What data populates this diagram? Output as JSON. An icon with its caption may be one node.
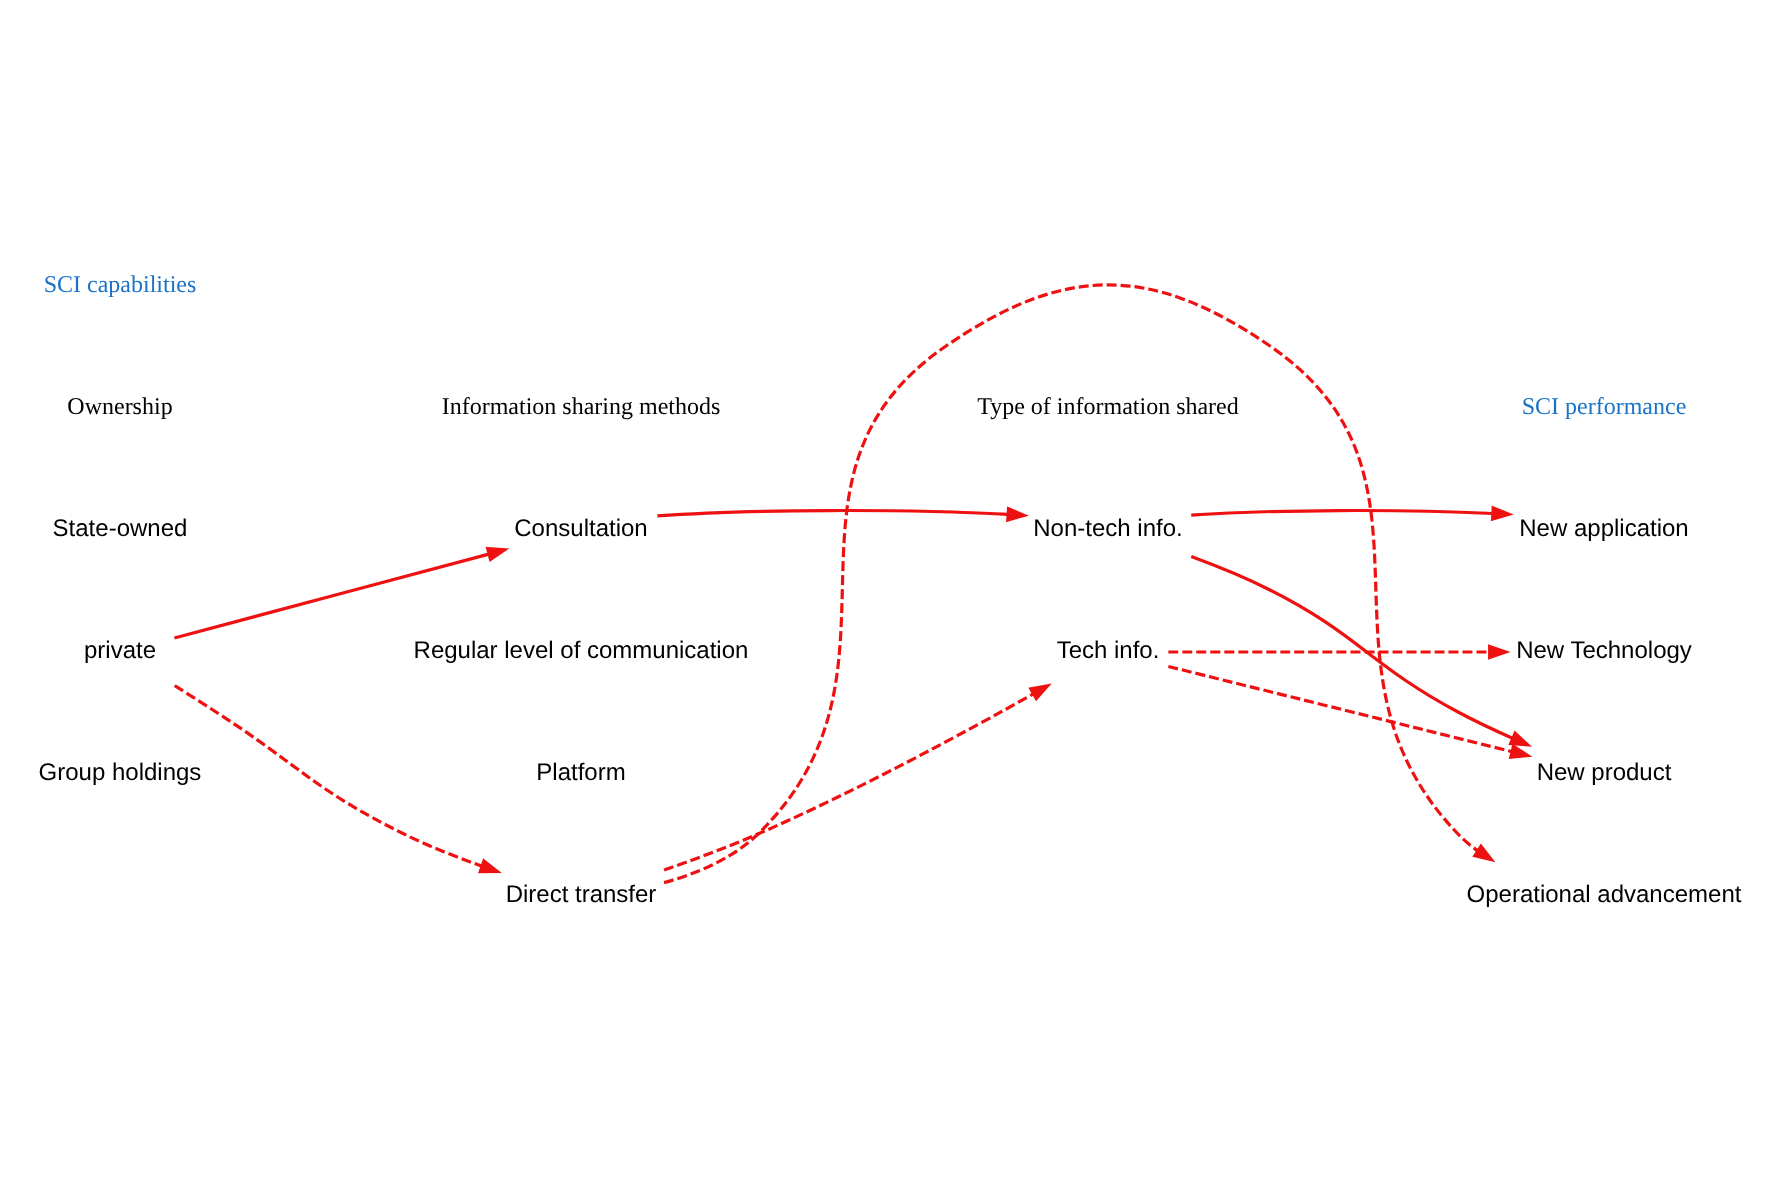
{
  "diagram": {
    "nodes": [
      {
        "text": [
          "State-owned"
        ]
      },
      {
        "text": [
          "private"
        ]
      },
      {
        "text": [
          "Group holdings"
        ]
      },
      {
        "text": [
          "Consultation"
        ]
      },
      {
        "text": [
          "Regular level of communication"
        ]
      },
      {
        "text": [
          "Platform"
        ]
      },
      {
        "text": [
          "Direct transfer"
        ]
      },
      {
        "text": [
          "Non-tech info."
        ]
      },
      {
        "text": [
          "Tech info."
        ]
      },
      {
        "text": [
          "New application"
        ]
      },
      {
        "text": [
          "New Technology"
        ]
      },
      {
        "text": [
          "New product"
        ]
      },
      {
        "text": [
          "Operational advancement"
        ]
      }
    ],
    "edges": [
      {
        "from": 1,
        "to": 3,
        "arrow": "to"
      },
      {
        "from": 1,
        "to": 6,
        "arrow": "to",
        "style": "dashed"
      },
      {
        "from": 3,
        "to": 7,
        "arrow": "to"
      },
      {
        "from": 7,
        "to": 9,
        "arrow": "to"
      },
      {
        "from": 7,
        "to": 11,
        "arrow": "to"
      },
      {
        "from": 6,
        "to": 8,
        "arrow": "to",
        "style": "dashed"
      },
      {
        "from": 8,
        "to": 10,
        "arrow": "to",
        "style": "dashed"
      },
      {
        "from": 8,
        "to": 11,
        "arrow": "to",
        "style": "dashed"
      },
      {
        "from": 6,
        "to": 12,
        "arrow": "to",
        "style": "dashed"
      }
    ],
    "labels": [
      "SCI capabilities",
      "SCI performance",
      "Ownership",
      "Information sharing methods",
      "Type of information shared"
    ]
  }
}
